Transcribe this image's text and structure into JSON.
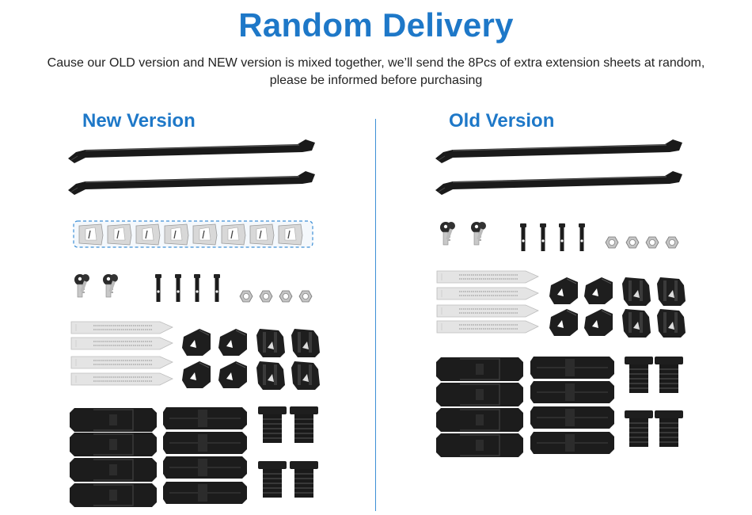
{
  "header": {
    "title": "Random Delivery",
    "subtitle_line1": "Cause our OLD version and NEW version is mixed together, we’ll send the 8Pcs of extra extension sheets at random,",
    "subtitle_line2": "please be informed before purchasing"
  },
  "columns": {
    "new_label": "New Version",
    "old_label": "Old Version"
  },
  "colors": {
    "accent": "#1e78c8",
    "divider": "#3d8fd6",
    "parts_dark": "#1c1c1c",
    "strap_light": "#e6e6e6"
  },
  "icons": [
    "crossbar-icon",
    "extension-sheet-icon",
    "key-icon",
    "bolt-icon",
    "nut-icon",
    "strap-icon",
    "clamp-bracket-icon",
    "rubber-pad-icon",
    "foot-cover-icon",
    "rubber-plug-icon"
  ]
}
